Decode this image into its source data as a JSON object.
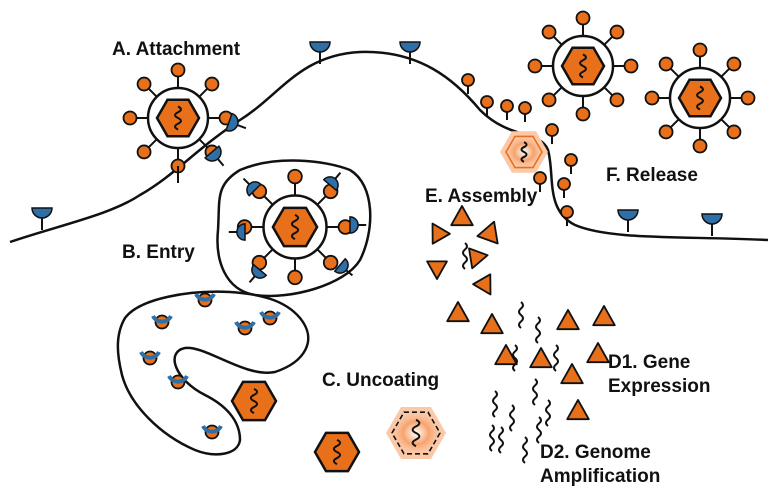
{
  "labels": {
    "attachment": "A. Attachment",
    "entry": "B. Entry",
    "uncoating": "C. Uncoating",
    "gene_expression_line1": "D1. Gene",
    "gene_expression_line2": "Expression",
    "genome_amplification_line1": "D2. Genome",
    "genome_amplification_line2": "Amplification",
    "assembly": "E. Assembly",
    "release": "F. Release"
  },
  "colors": {
    "capsid": "#E8701A",
    "capsid_light": "#F6A36B",
    "receptor": "#2F6FA8",
    "outline": "#111111",
    "glow": "#FBC8A8"
  }
}
